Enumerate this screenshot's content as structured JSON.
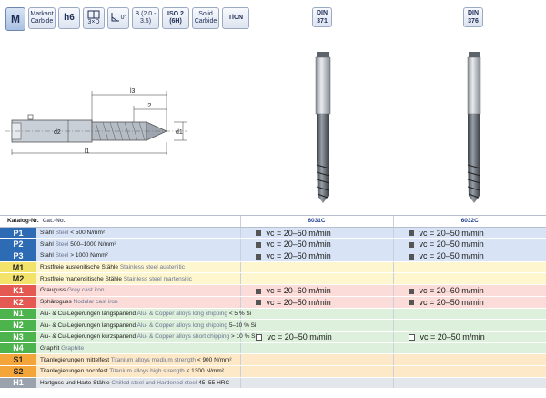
{
  "icons": {
    "material": "M",
    "brand": "Markant Carbide",
    "tolerance": "h6",
    "coolant": "3×D",
    "angle": "0°",
    "thread_form": "B (2.0 - 3.5)",
    "iso": "ISO 2 (6H)",
    "solid": "Solid Carbide",
    "coating": "TiCN"
  },
  "din": [
    {
      "line1": "DIN",
      "line2": "371"
    },
    {
      "line1": "DIN",
      "line2": "376"
    }
  ],
  "dimensions": {
    "l1": "l1",
    "l2": "l2",
    "l3": "l3",
    "d1": "d1",
    "d2": "d2"
  },
  "table": {
    "header_de": "Katalog-Nr.",
    "header_en": "Cat.-No.",
    "columns": [
      "6031C",
      "6032C"
    ],
    "rows": [
      {
        "group": "p",
        "code": "P1",
        "de": "Stahl",
        "en": "Steel",
        "extra": "< 500 N/mm²",
        "v": [
          "vc = 20–50 m/min",
          "vc = 20–50 m/min"
        ],
        "mk": [
          "full",
          "full"
        ]
      },
      {
        "group": "p",
        "code": "P2",
        "de": "Stahl",
        "en": "Steel",
        "extra": "500–1000 N/mm²",
        "v": [
          "vc = 20–50 m/min",
          "vc = 20–50 m/min"
        ],
        "mk": [
          "full",
          "full"
        ]
      },
      {
        "group": "p",
        "code": "P3",
        "de": "Stahl",
        "en": "Steel",
        "extra": "> 1000 N/mm²",
        "v": [
          "vc = 20–50 m/min",
          "vc = 20–50 m/min"
        ],
        "mk": [
          "full",
          "full"
        ]
      },
      {
        "group": "m",
        "code": "M1",
        "de": "Rostfreie austenitische Stähle",
        "en": "Stainless steel austenitic",
        "extra": "",
        "v": [
          "",
          ""
        ],
        "mk": [
          "",
          ""
        ]
      },
      {
        "group": "m",
        "code": "M2",
        "de": "Rostfreie martensitische Stähle",
        "en": "Stainless steel martensitic",
        "extra": "",
        "v": [
          "",
          ""
        ],
        "mk": [
          "",
          ""
        ]
      },
      {
        "group": "k",
        "code": "K1",
        "de": "Grauguss",
        "en": "Grey cast iron",
        "extra": "",
        "v": [
          "vc = 20–60 m/min",
          "vc = 20–60 m/min"
        ],
        "mk": [
          "full",
          "full"
        ]
      },
      {
        "group": "k",
        "code": "K2",
        "de": "Sphäroguss",
        "en": "Nodular cast iron",
        "extra": "",
        "v": [
          "vc = 20–50 m/min",
          "vc = 20–50 m/min"
        ],
        "mk": [
          "full",
          "full"
        ]
      },
      {
        "group": "n",
        "code": "N1",
        "de": "Alu- & Cu-Legierungen langspanend",
        "en": "Alu- & Copper alloys long chipping",
        "extra": "< 5 % Si",
        "v": [
          "",
          ""
        ],
        "mk": [
          "",
          ""
        ]
      },
      {
        "group": "n",
        "code": "N2",
        "de": "Alu- & Cu-Legierungen langspanend",
        "en": "Alu- & Copper alloys long chipping",
        "extra": "5–10 % Si",
        "v": [
          "",
          ""
        ],
        "mk": [
          "",
          ""
        ]
      },
      {
        "group": "n",
        "code": "N3",
        "de": "Alu- & Cu-Legierungen kurzspanend",
        "en": "Alu- & Copper alloys short chipping",
        "extra": "> 10 % Si",
        "v": [
          "vc = 20–50 m/min",
          "vc = 20–50 m/min"
        ],
        "mk": [
          "open",
          "open"
        ]
      },
      {
        "group": "n",
        "code": "N4",
        "de": "Graphit",
        "en": "Graphite",
        "extra": "",
        "v": [
          "",
          ""
        ],
        "mk": [
          "",
          ""
        ]
      },
      {
        "group": "s",
        "code": "S1",
        "de": "Titanlegierungen mittelfest",
        "en": "Titanium alloys medium strength",
        "extra": "< 900 N/mm²",
        "v": [
          "",
          ""
        ],
        "mk": [
          "",
          ""
        ]
      },
      {
        "group": "s",
        "code": "S2",
        "de": "Titanlegierungen hochfest",
        "en": "Titanium alloys high strength",
        "extra": "< 1300 N/mm²",
        "v": [
          "",
          ""
        ],
        "mk": [
          "",
          ""
        ]
      },
      {
        "group": "h",
        "code": "H1",
        "de": "Hartguss und Harte Stähle",
        "en": "Chilled steel and Hardened steel",
        "extra": "45–55 HRC",
        "v": [
          "",
          ""
        ],
        "mk": [
          "",
          ""
        ]
      }
    ]
  },
  "colors": {
    "P": "#2d6bb5",
    "M": "#f4e36a",
    "K": "#e45a52",
    "N": "#4db34d",
    "S": "#f3a53a",
    "H": "#9aa3ad"
  }
}
